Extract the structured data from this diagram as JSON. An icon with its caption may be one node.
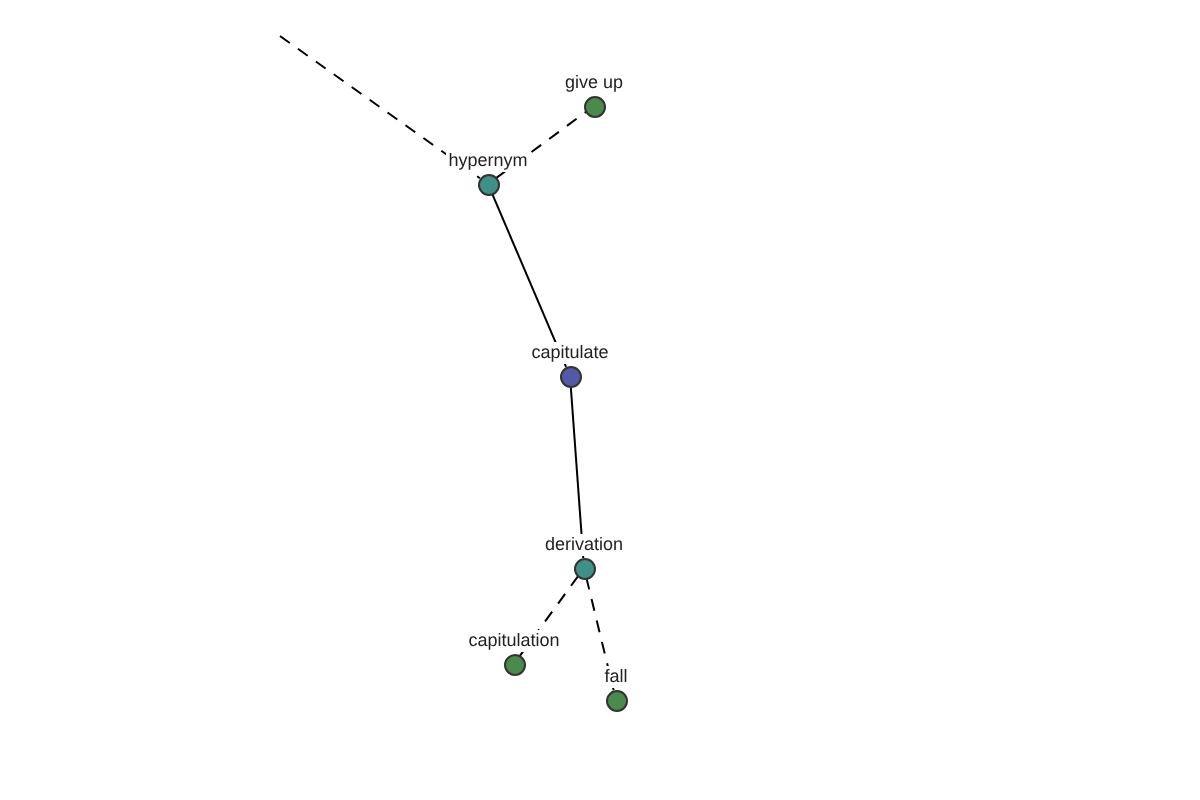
{
  "diagram": {
    "nodes": [
      {
        "text": [
          "hypernym"
        ]
      },
      {
        "text": [
          "give up"
        ]
      },
      {
        "text": [
          "capitulate"
        ]
      },
      {
        "text": [
          "derivation"
        ]
      },
      {
        "text": [
          "capitulation"
        ]
      },
      {
        "text": [
          "fall"
        ]
      }
    ],
    "edges": [
      {
        "from": null,
        "to": 0,
        "arrow": "none",
        "style": "dashed"
      },
      {
        "from": 0,
        "to": 1,
        "arrow": "none",
        "style": "dashed"
      },
      {
        "from": 0,
        "to": 2,
        "arrow": "none"
      },
      {
        "from": 2,
        "to": 3,
        "arrow": "none"
      },
      {
        "from": 3,
        "to": 4,
        "arrow": "none",
        "style": "dashed"
      },
      {
        "from": 3,
        "to": 5,
        "arrow": "none",
        "style": "dashed"
      }
    ]
  }
}
